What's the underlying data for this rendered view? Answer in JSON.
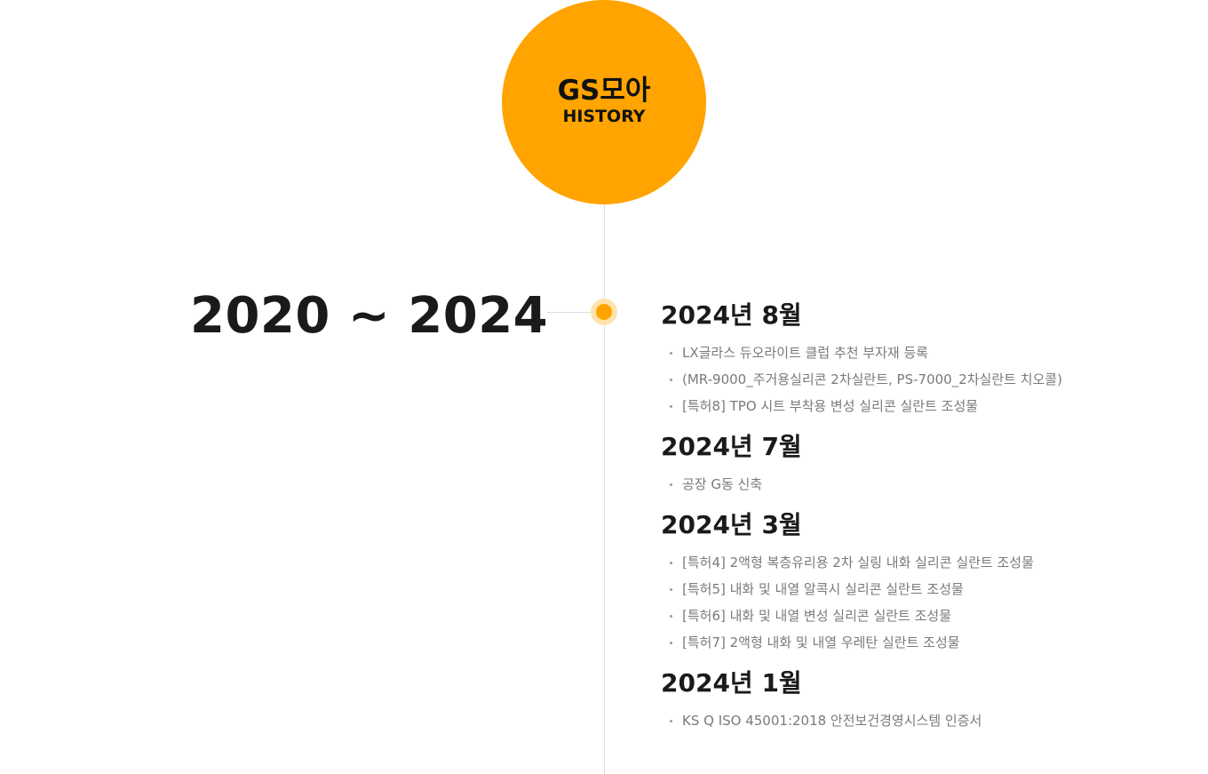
{
  "badge": {
    "title": "GS모아",
    "subtitle": "HISTORY"
  },
  "era": "2020 ~ 2024",
  "colors": {
    "accent": "#ffa400",
    "accent_light": "#ffe3ad",
    "line": "#dcdcdc",
    "heading": "#1a1a1a",
    "body": "#7a7a7a"
  },
  "entries": [
    {
      "date": "2024년 8월",
      "items": [
        "LX글라스 듀오라이트 클럽 추천 부자재 등록",
        "(MR-9000_주거용실리콘 2차실란트, PS-7000_2차실란트 치오콜)",
        "[특허8] TPO 시트 부착용 변성 실리콘 실란트 조성물"
      ]
    },
    {
      "date": "2024년 7월",
      "items": [
        "공장 G동 신축"
      ]
    },
    {
      "date": "2024년 3월",
      "items": [
        "[특허4] 2액형 복층유리용 2차 실링 내화 실리콘 실란트 조성물",
        "[특허5] 내화 및 내열 알콕시 실리콘 실란트 조성물",
        "[특허6] 내화 및 내열 변성 실리콘 실란트 조성물",
        "[특허7] 2액형 내화 및 내열 우레탄 실란트 조성물"
      ]
    },
    {
      "date": "2024년 1월",
      "items": [
        "KS Q ISO 45001:2018 안전보건경영시스템 인증서"
      ]
    }
  ]
}
